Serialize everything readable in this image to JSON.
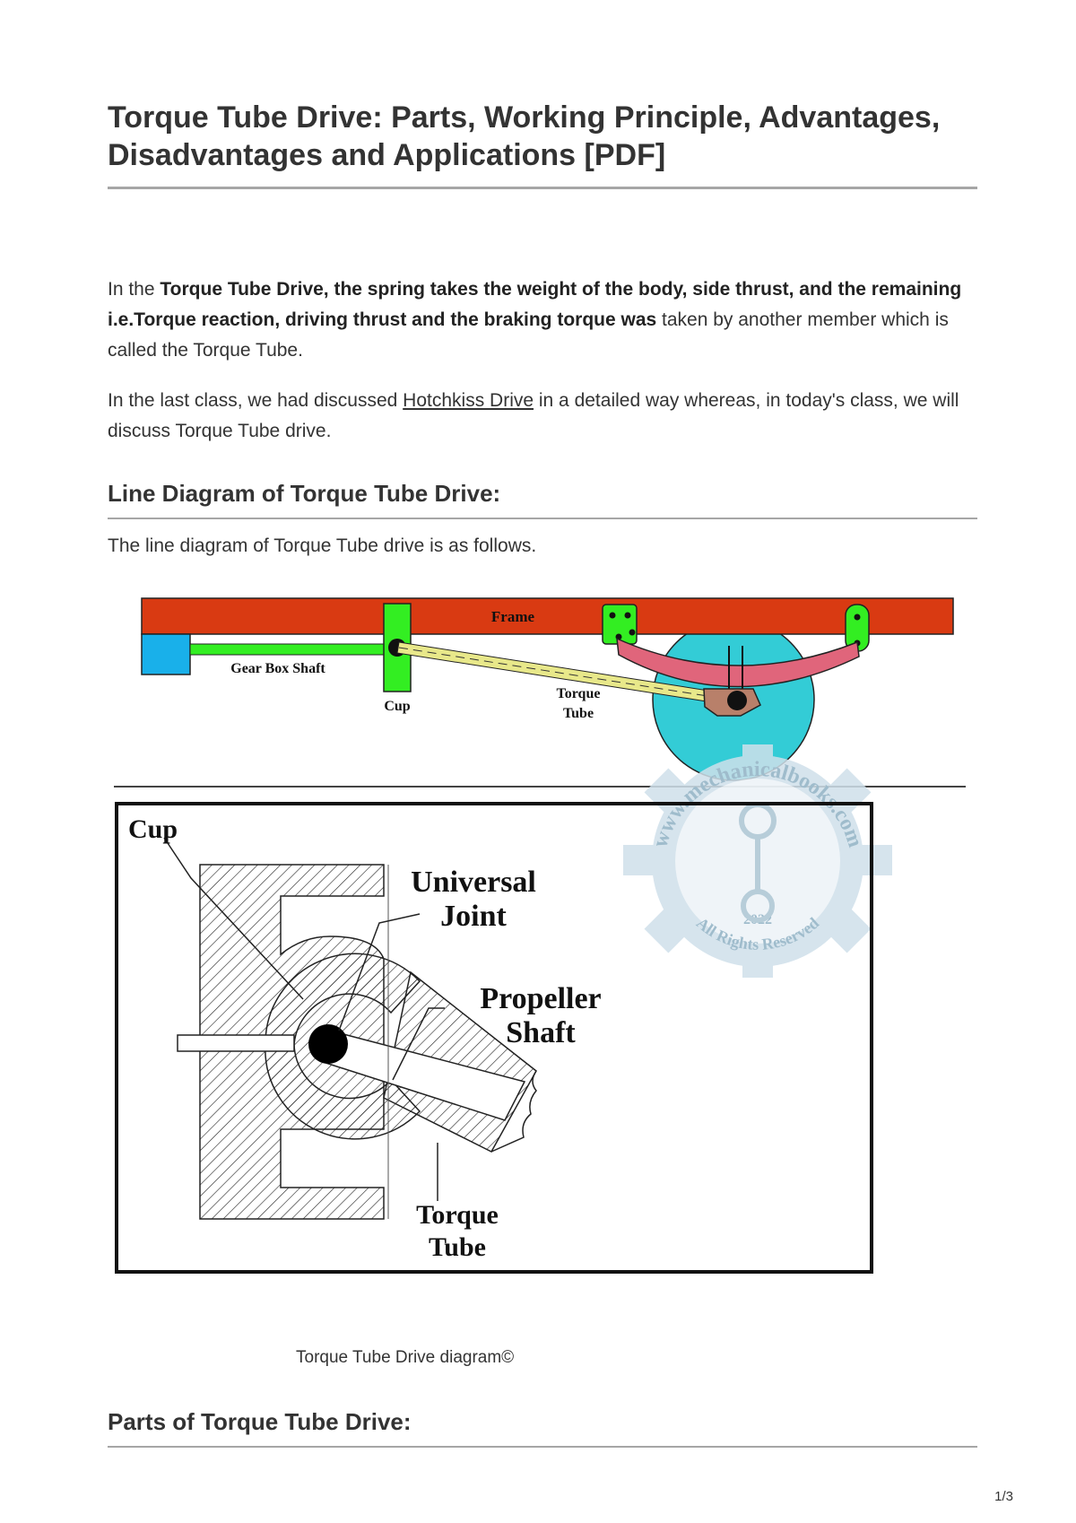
{
  "document": {
    "title": "Torque Tube Drive: Parts, Working Principle, Advantages, Disadvantages and Applications [PDF]",
    "intro": {
      "p1_start": "In the ",
      "p1_bold": "Torque Tube Drive, the spring takes the weight of the body, side thrust, and the remaining i.e.Torque reaction, driving thrust and the braking torque was",
      "p1_end": " taken by another member which is called the Torque Tube.",
      "p2_start": "In the last class, we had discussed ",
      "p2_link": "Hotchkiss Drive",
      "p2_end": " in a detailed way whereas, in today's class, we will discuss Torque Tube drive."
    },
    "section1": {
      "heading": "Line Diagram of Torque Tube Drive:",
      "text": "The line diagram of Torque Tube drive is as follows."
    },
    "diagram1_labels": {
      "frame": "Frame",
      "gear_box_shaft": "Gear Box Shaft",
      "cup": "Cup",
      "torque_tube_1": "Torque",
      "torque_tube_2": "Tube"
    },
    "diagram2_labels": {
      "cup": "Cup",
      "universal_1": "Universal",
      "universal_2": "Joint",
      "propeller_1": "Propeller",
      "propeller_2": "Shaft",
      "torque_1": "Torque",
      "torque_2": "Tube"
    },
    "watermark": {
      "site": "www.mechanicalbooks.com",
      "year": "2022",
      "rights": "All Rights Reserved"
    },
    "caption": "Torque Tube Drive diagram©",
    "section2": {
      "heading": "Parts of Torque Tube Drive:"
    },
    "page_number": "1/3"
  },
  "colors": {
    "frame": "#d93a12",
    "gearbox": "#19b0ea",
    "cup": "#33ee22",
    "wheel": "#33ccd6",
    "spring": "#e0657b",
    "tube": "#e8e88a",
    "watermark": "#cfe0ea"
  }
}
